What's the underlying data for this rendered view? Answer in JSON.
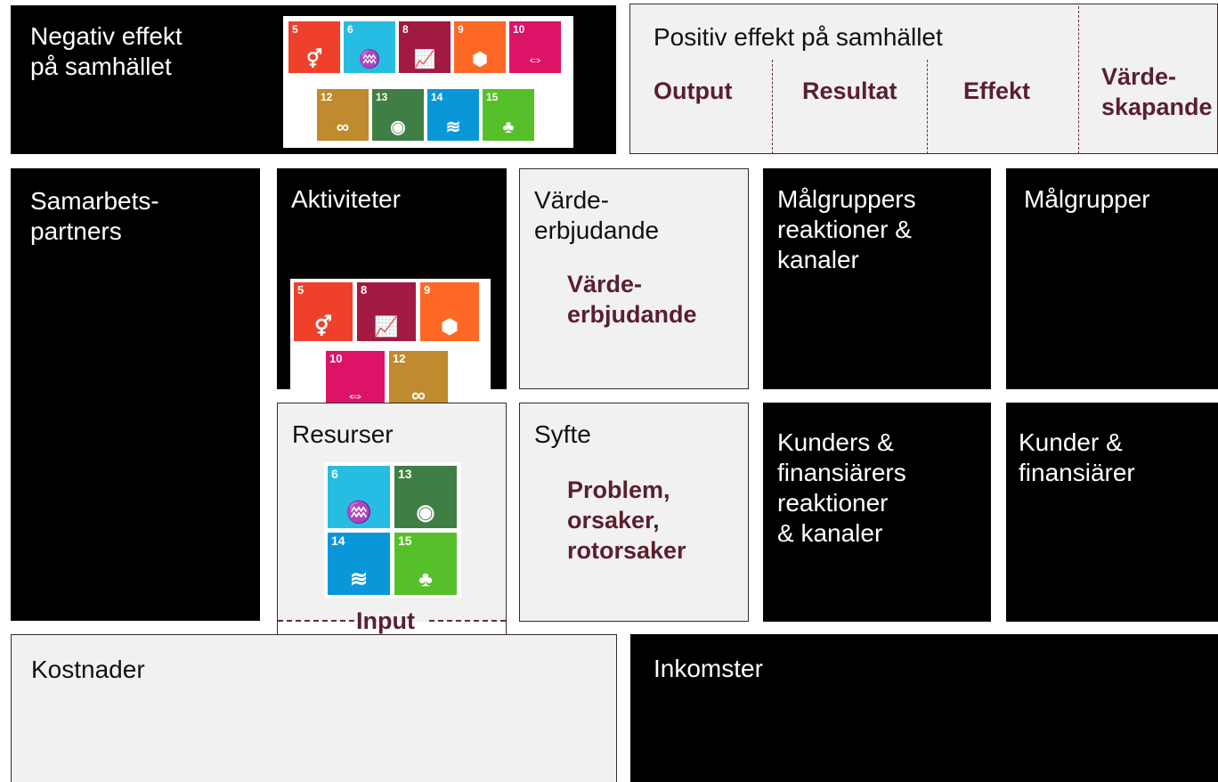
{
  "top": {
    "negative": {
      "label": "Negativ effekt\npå samhället"
    },
    "positive": {
      "label": "Positiv effekt på samhället",
      "stages": [
        "Output",
        "Resultat",
        "Effekt",
        "Värde-\nskapande"
      ]
    }
  },
  "canvas": {
    "partners": "Samarbets-\npartners",
    "activities": "Aktiviteter",
    "value_prop": {
      "label": "Värde-\nerbjudande",
      "accent": "Värde-\nerbjudande"
    },
    "target_reactions": "Målgruppers\nreaktioner &\nkanaler",
    "target_groups": "Målgrupper",
    "resources": "Resurser",
    "purpose": {
      "label": "Syfte",
      "accent": "Problem,\norsaker,\nrotorsaker"
    },
    "customer_reactions": "Kunders &\nfinansiärers\nreaktioner\n& kanaler",
    "customers": "Kunder &\nfinansiärer",
    "input_label": "Input",
    "costs": "Kostnader",
    "income": "Inkomster"
  },
  "sdg_icons": {
    "negative": [
      "5",
      "6",
      "8",
      "9",
      "10",
      "12",
      "13",
      "14",
      "15"
    ],
    "activities": [
      "5",
      "8",
      "9",
      "10",
      "12"
    ],
    "resources": [
      "6",
      "13",
      "14",
      "15"
    ],
    "colors": {
      "5": "#ef402b",
      "6": "#27bde2",
      "8": "#a21942",
      "9": "#fd6925",
      "10": "#dd1367",
      "12": "#bf8b2e",
      "13": "#3f7e44",
      "14": "#0a97d9",
      "15": "#56c02b"
    },
    "glyphs": {
      "5": "⚥",
      "6": "♒",
      "8": "📈",
      "9": "⬢",
      "10": "⇔",
      "12": "∞",
      "13": "◉",
      "14": "≋",
      "15": "♣"
    }
  }
}
